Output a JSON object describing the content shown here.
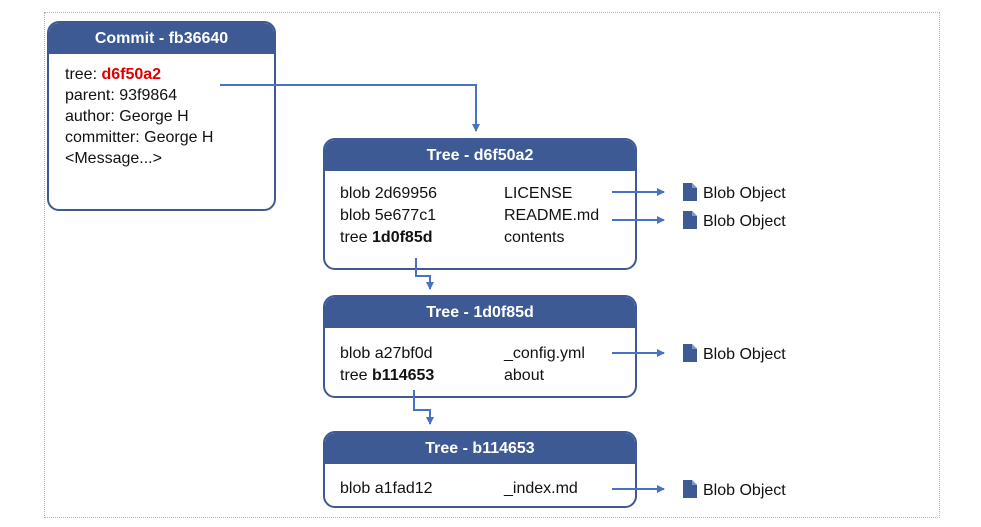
{
  "commit": {
    "header": "Commit - fb36640",
    "tree_label": "tree: ",
    "tree_hash": "d6f50a2",
    "parent": "parent: 93f9864",
    "author": "author: George H",
    "committer": "committer: George H",
    "message": "<Message...>"
  },
  "trees": [
    {
      "header": "Tree - d6f50a2",
      "rows": [
        {
          "type": "blob",
          "hash": "2d69956",
          "name": "LICENSE"
        },
        {
          "type": "blob",
          "hash": "5e677c1",
          "name": "README.md"
        },
        {
          "type": "tree",
          "hash": "1d0f85d",
          "name": "contents"
        }
      ]
    },
    {
      "header": "Tree - 1d0f85d",
      "rows": [
        {
          "type": "blob",
          "hash": "a27bf0d",
          "name": "_config.yml"
        },
        {
          "type": "tree",
          "hash": "b114653",
          "name": "about"
        }
      ]
    },
    {
      "header": "Tree - b114653",
      "rows": [
        {
          "type": "blob",
          "hash": "a1fad12",
          "name": "_index.md"
        }
      ]
    }
  ],
  "blob_label": "Blob Object",
  "colors": {
    "header": "#3d5a94",
    "connector": "#4a72c4",
    "highlight": "#e00000"
  }
}
